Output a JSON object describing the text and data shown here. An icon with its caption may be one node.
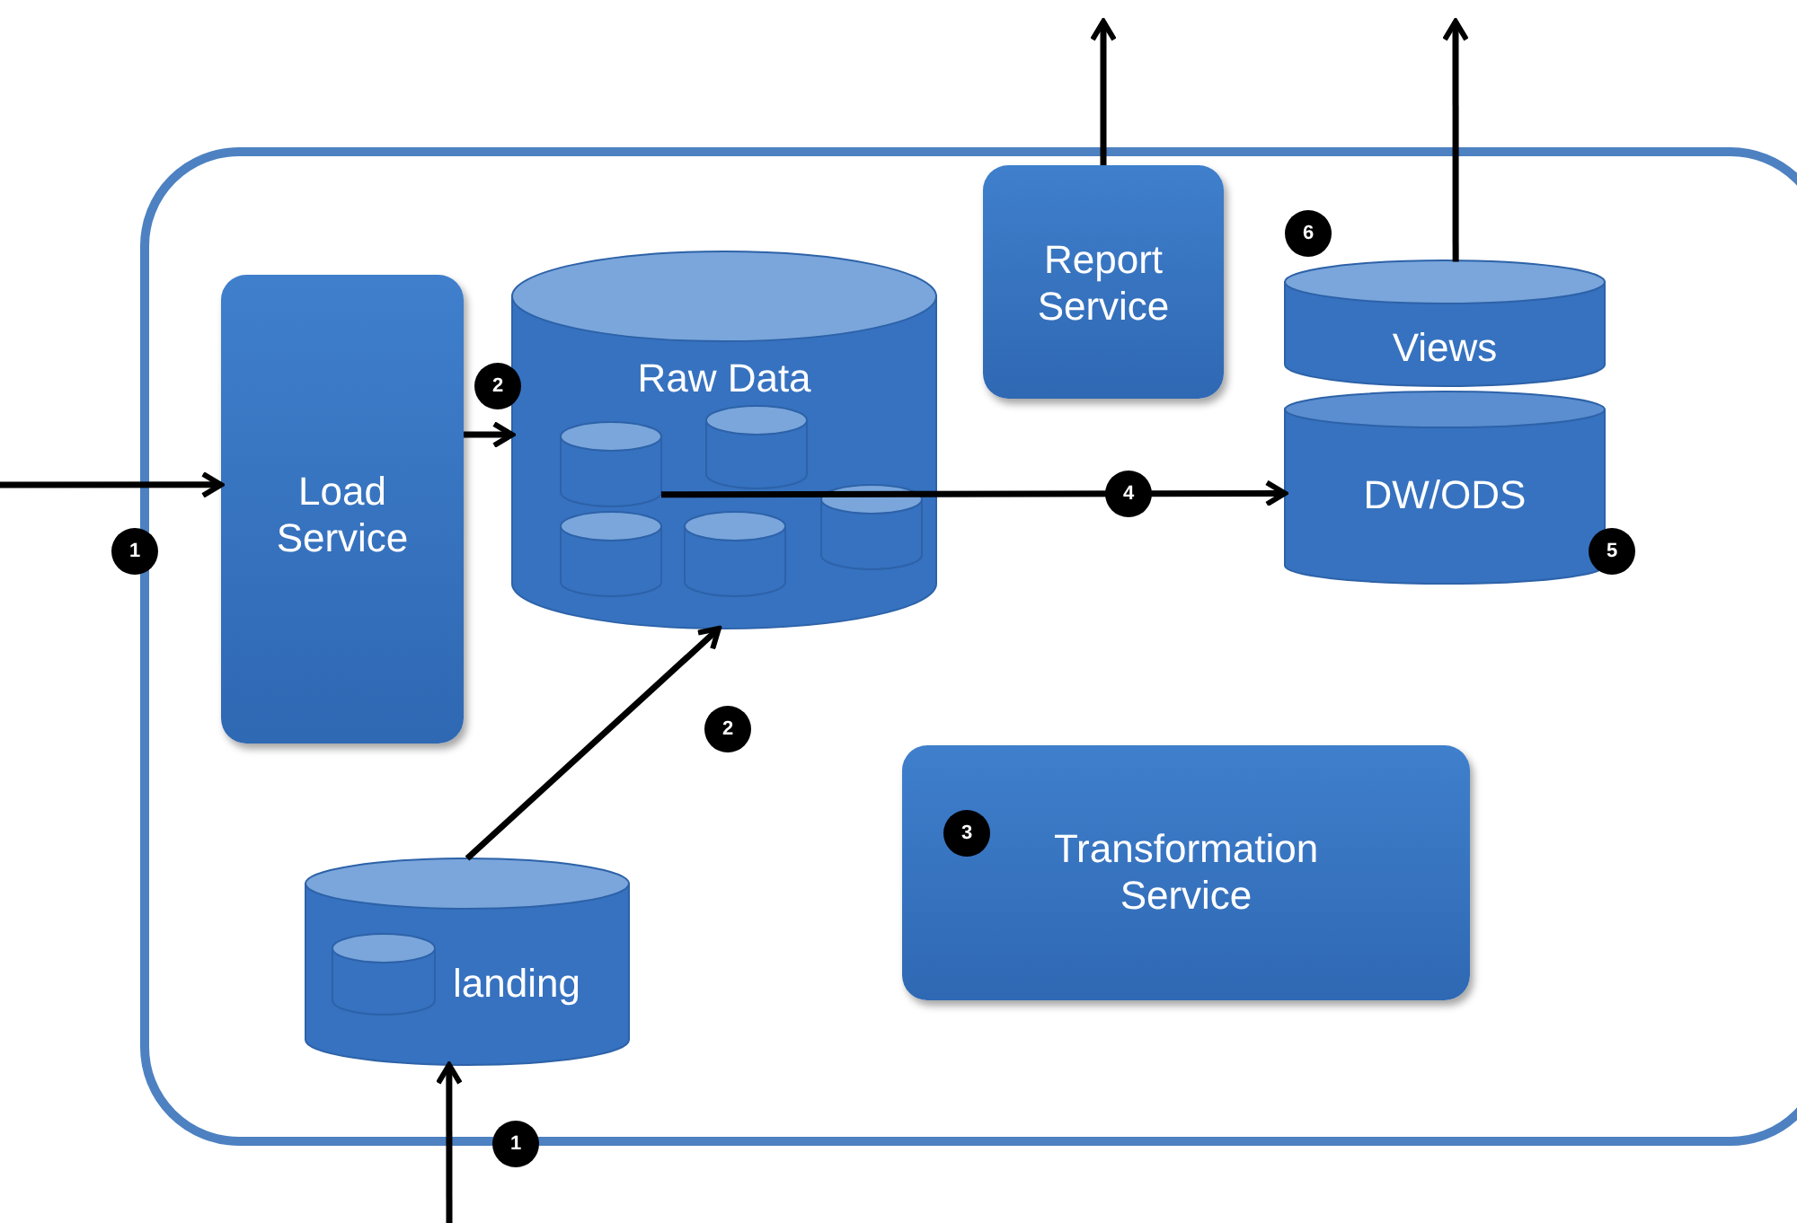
{
  "diagram": {
    "nodes": [
      {
        "text": [],
        "shape": "box"
      },
      {
        "text": [
          "Load Service"
        ],
        "in": 0
      },
      {
        "text": [
          "Raw Data"
        ],
        "in": 0
      },
      {
        "text": [],
        "shape": "cylinder",
        "in": 2
      },
      {
        "text": [],
        "shape": "cylinder",
        "in": 2
      },
      {
        "text": [],
        "shape": "cylinder",
        "in": 2
      },
      {
        "text": [],
        "shape": "cylinder",
        "in": 2
      },
      {
        "text": [],
        "shape": "cylinder",
        "in": 2
      },
      {
        "text": [
          "Report Service"
        ],
        "in": 0
      },
      {
        "text": [
          "Views"
        ],
        "in": 0
      },
      {
        "text": [
          "DW/ODS"
        ],
        "in": 0
      },
      {
        "text": [
          "landing"
        ],
        "in": 0
      },
      {
        "text": [],
        "shape": "cylinder",
        "in": 11
      },
      {
        "text": [
          "Transformation Service"
        ],
        "in": 0
      }
    ],
    "edges": [
      {
        "from": null,
        "to": 1,
        "arrow": "to"
      },
      {
        "from": 1,
        "to": 2,
        "arrow": "to"
      },
      {
        "from": 11,
        "to": 2,
        "arrow": "to"
      },
      {
        "from": null,
        "to": 11,
        "arrow": "to"
      },
      {
        "from": 3,
        "to": 10,
        "arrow": "to"
      },
      {
        "from": 8,
        "to": null,
        "arrow": "to"
      },
      {
        "from": 9,
        "to": null,
        "arrow": "to"
      }
    ],
    "labels": [
      "6",
      "2",
      "4",
      "1",
      "5",
      "2",
      "3",
      "1"
    ]
  }
}
